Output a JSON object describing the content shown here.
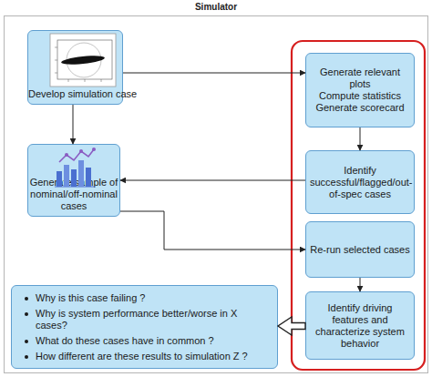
{
  "diagram": {
    "title": "Simulator",
    "nodes": [
      {
        "text": [
          "Develop simulation case"
        ]
      },
      {
        "text": [
          "Generate relevant plots",
          "Compute statistics",
          "Generate scorecard"
        ]
      },
      {
        "text": [
          "Generate sample of nominal/off-nominal cases"
        ]
      },
      {
        "text": [
          "Identify successful/flagged/out-of-spec cases"
        ]
      },
      {
        "text": [
          "Re-run selected cases"
        ]
      },
      {
        "text": [
          "Why is this case failing ?",
          "Why is system performance better/worse in X cases?",
          "What do these cases have in common ?",
          "How different are these results to simulation Z ?"
        ]
      },
      {
        "text": [
          "Identify driving features and characterize system behavior"
        ]
      }
    ],
    "edges": [
      {
        "from": 0,
        "to": 2,
        "arrow": "to"
      },
      {
        "from": 0,
        "to": 1,
        "arrow": "to"
      },
      {
        "from": 1,
        "to": 3,
        "arrow": "to"
      },
      {
        "from": 3,
        "to": 2,
        "arrow": "to"
      },
      {
        "from": 2,
        "to": 4,
        "arrow": "to"
      },
      {
        "from": 4,
        "to": 6,
        "arrow": "to"
      },
      {
        "from": 6,
        "to": 5,
        "arrow": "to"
      }
    ]
  }
}
